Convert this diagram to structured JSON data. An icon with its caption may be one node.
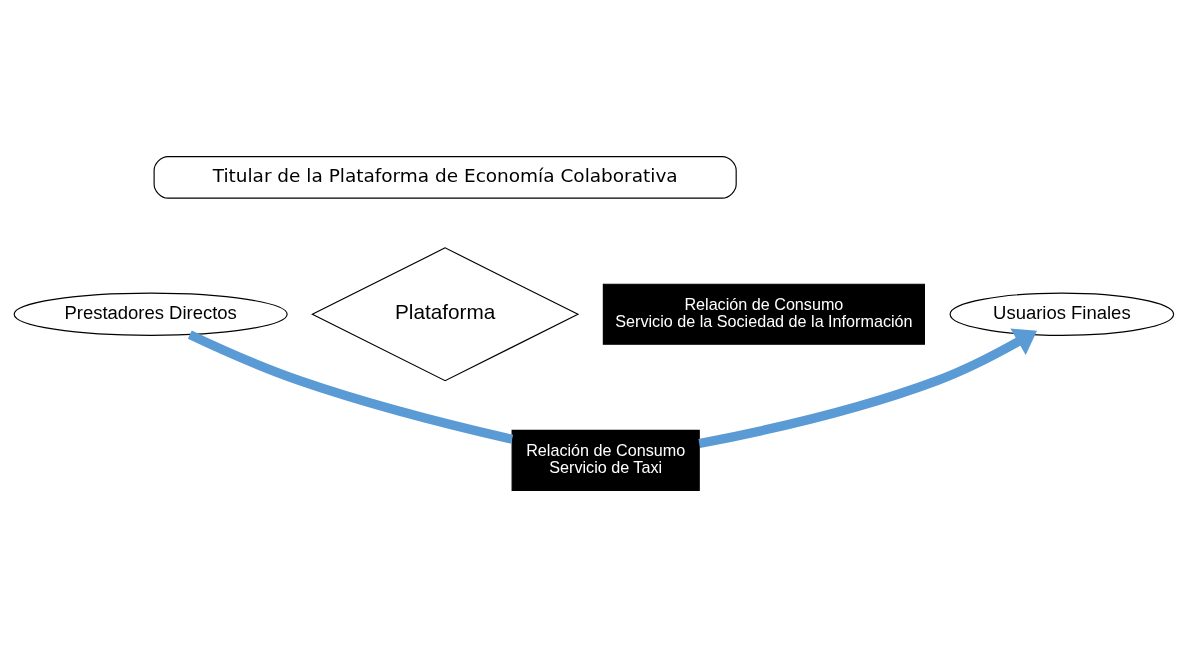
{
  "diagram": {
    "nodes": [
      {
        "text": [
          "Titular de la Plataforma de Economía Colaborativa"
        ]
      },
      {
        "text": [
          "Prestadores Directos"
        ]
      },
      {
        "text": [
          "Plataforma"
        ]
      },
      {
        "text": [
          "Relación de Consumo",
          "Servicio de la Sociedad de la Información"
        ]
      },
      {
        "text": [
          "Usuarios Finales"
        ]
      },
      {
        "text": [
          "Relación de Consumo",
          "Servicio de Taxi"
        ]
      }
    ],
    "edges": [
      {
        "from": 1,
        "to": 5,
        "arrow": "none"
      },
      {
        "from": 5,
        "to": 4,
        "arrow": "to"
      }
    ]
  }
}
